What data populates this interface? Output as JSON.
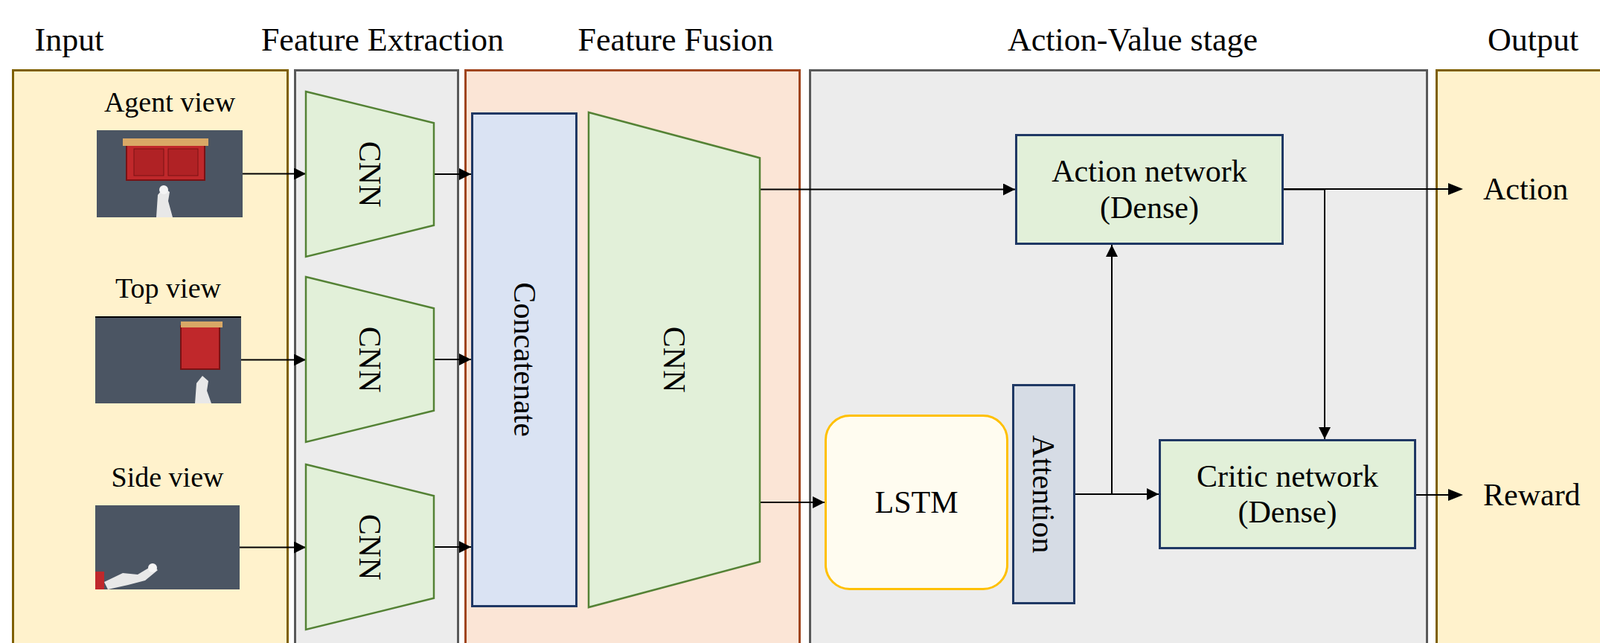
{
  "diagram": {
    "nodes": [
      {
        "text": [
          "Input"
        ]
      },
      {
        "text": [
          "Agent view"
        ],
        "in": 0
      },
      {
        "text": [
          "Top view"
        ],
        "in": 0
      },
      {
        "text": [
          "Side view"
        ],
        "in": 0
      },
      {
        "text": [
          "Feature Extraction"
        ]
      },
      {
        "text": [
          "CNN"
        ],
        "in": 4
      },
      {
        "text": [
          "CNN"
        ],
        "in": 4
      },
      {
        "text": [
          "CNN"
        ],
        "in": 4
      },
      {
        "text": [
          "Feature Fusion"
        ]
      },
      {
        "text": [
          "Concatenate"
        ],
        "in": 8
      },
      {
        "text": [
          "CNN"
        ],
        "in": 8
      },
      {
        "text": [
          "Action-Value stage"
        ]
      },
      {
        "text": [
          "Action network (Dense)"
        ],
        "in": 11
      },
      {
        "text": [
          "LSTM"
        ],
        "in": 11
      },
      {
        "text": [
          "Attention"
        ],
        "in": 11
      },
      {
        "text": [
          "Critic network (Dense)"
        ],
        "in": 11
      },
      {
        "text": [
          "Output"
        ]
      }
    ],
    "edges": [
      {
        "from": 1,
        "to": 5,
        "arrow": "to"
      },
      {
        "from": 2,
        "to": 6,
        "arrow": "to"
      },
      {
        "from": 3,
        "to": 7,
        "arrow": "to"
      },
      {
        "from": 5,
        "to": 9,
        "arrow": "to"
      },
      {
        "from": 6,
        "to": 9,
        "arrow": "to"
      },
      {
        "from": 7,
        "to": 9,
        "arrow": "to"
      },
      {
        "from": 10,
        "to": 12,
        "arrow": "to"
      },
      {
        "from": 10,
        "to": 13,
        "arrow": "to"
      },
      {
        "from": 14,
        "to": 15,
        "arrow": "to"
      },
      {
        "from": 14,
        "to": 12,
        "arrow": "to"
      },
      {
        "from": 12,
        "to": 15,
        "arrow": "to"
      }
    ],
    "labels": [
      "Action",
      "Reward"
    ]
  }
}
